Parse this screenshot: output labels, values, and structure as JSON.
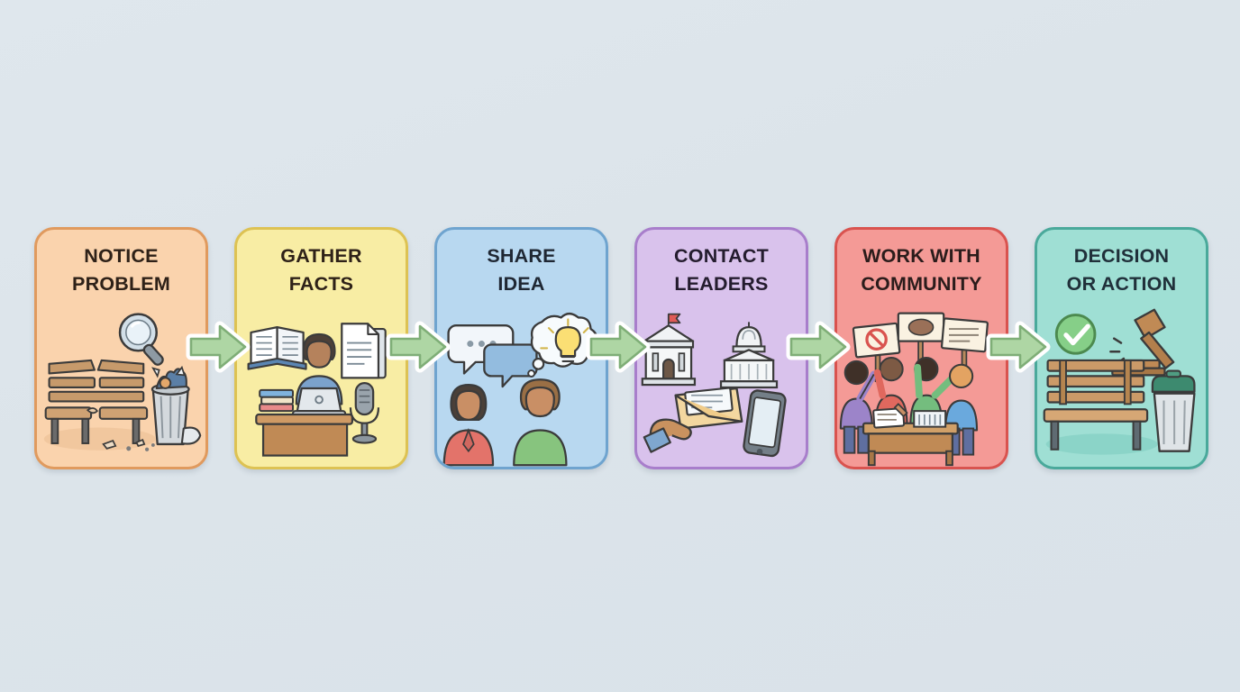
{
  "diagram": {
    "title": "Civic Action Process Flowchart",
    "background_color": "#dde5eb",
    "orientation": "horizontal",
    "step_count": 6,
    "connector_count": 5,
    "connector": {
      "name": "arrow-right",
      "fill_color": "#aed6a4",
      "border_color": "#7fae77",
      "glow_color": "#ffffff"
    },
    "steps": [
      {
        "index": 1,
        "label": "NOTICE\nPROBLEM",
        "line1": "NOTICE",
        "line2": "PROBLEM",
        "fill_color": "#fad3ad",
        "border_color": "#e09a5e",
        "text_color": "#2e2118",
        "icons": [
          "broken-bench-icon",
          "magnifying-glass-icon",
          "overflowing-trash-can-icon",
          "litter-icon"
        ]
      },
      {
        "index": 2,
        "label": "GATHER\nFACTS",
        "line1": "GATHER",
        "line2": "FACTS",
        "fill_color": "#f8eda4",
        "border_color": "#ddc253",
        "text_color": "#2e2118",
        "icons": [
          "open-book-icon",
          "person-at-laptop-icon",
          "documents-icon",
          "microphone-icon",
          "book-stack-icon",
          "desk-icon"
        ]
      },
      {
        "index": 3,
        "label": "SHARE\nIDEA",
        "line1": "SHARE",
        "line2": "IDEA",
        "fill_color": "#b8d8f0",
        "border_color": "#6fa4cf",
        "text_color": "#1f2733",
        "icons": [
          "speech-bubble-icon",
          "thought-bubble-lightbulb-icon",
          "person-woman-icon",
          "person-man-icon"
        ]
      },
      {
        "index": 4,
        "label": "CONTACT\nLEADERS",
        "line1": "CONTACT",
        "line2": "LEADERS",
        "fill_color": "#d9c2ec",
        "border_color": "#a87ecb",
        "text_color": "#241c2e",
        "icons": [
          "town-hall-icon",
          "capitol-dome-icon",
          "hand-holding-envelope-icon",
          "smartphone-icon"
        ]
      },
      {
        "index": 5,
        "label": "WORK WITH\nCOMMUNITY",
        "line1": "WORK WITH",
        "line2": "COMMUNITY",
        "fill_color": "#f49a96",
        "border_color": "#d9534f",
        "text_color": "#2b1c1b",
        "icons": [
          "protest-sign-no-symbol-icon",
          "protest-sign-image-icon",
          "protest-sign-text-icon",
          "crowd-of-people-icon",
          "meeting-table-icon",
          "clipboard-icon",
          "open-book-icon"
        ]
      },
      {
        "index": 6,
        "label": "DECISION\nOR ACTION",
        "line1": "DECISION",
        "line2": "OR ACTION",
        "fill_color": "#9fdfd4",
        "border_color": "#4aa99b",
        "text_color": "#20303a",
        "icons": [
          "green-check-circle-icon",
          "gavel-icon",
          "repaired-bench-icon",
          "clean-trash-can-icon"
        ]
      }
    ]
  }
}
